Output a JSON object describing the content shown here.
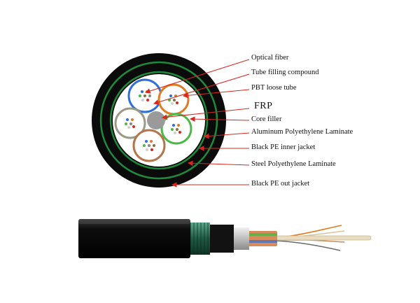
{
  "labels": {
    "optical_fiber": "Optical fiber",
    "tube_filling_compound": "Tube filling compound",
    "pbt_loose_tube": "PBT loose tube",
    "frp": "FRP",
    "core_filler": "Core filler",
    "aluminum_polyethylene_laminate": "Aluminum Polyethylene Laminate",
    "black_pe_inner_jacket": "Black PE inner jacket",
    "steel_polyethylene_laminate": "Steel Polyethylene Laminate",
    "black_pe_out_jacket": "Black PE out jacket"
  },
  "colors": {
    "jacket": "#0b0b0b",
    "green_ring": "#1f8a3c",
    "arrow": "#d9271f",
    "tube_blue": "#2f6fd6",
    "tube_orange": "#e07b25",
    "tube_green": "#4cb848",
    "tube_brown": "#b5754a",
    "tube_gray": "#9a9a86",
    "frp": "#9a9a9a",
    "steel_armor": "#2e6b4f"
  }
}
